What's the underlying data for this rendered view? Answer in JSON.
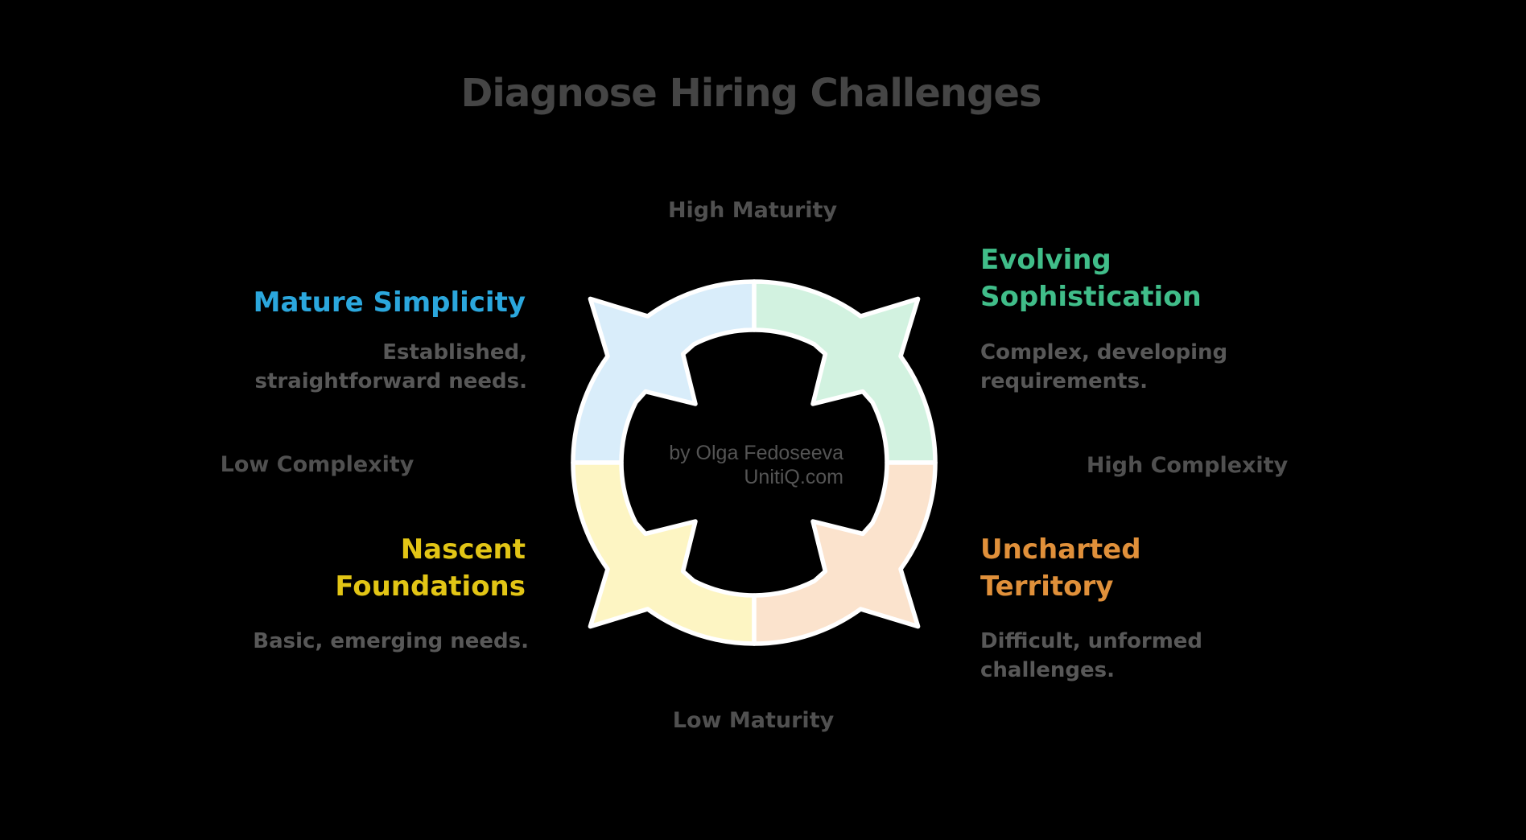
{
  "title": {
    "text": "Diagnose Hiring Challenges",
    "color": "#454545"
  },
  "axis_labels": {
    "top": "High Maturity",
    "bottom": "Low Maturity",
    "left": "Low Complexity",
    "right": "High Complexity",
    "color": "#505050"
  },
  "quadrants": [
    {
      "position": "top-left",
      "heading": "Mature Simplicity",
      "heading_color": "#2ba7dd",
      "band_color": "#d9edfa",
      "description": "Established,\nstraightforward needs."
    },
    {
      "position": "top-right",
      "heading": "Evolving\nSophistication",
      "heading_color": "#40bd89",
      "band_color": "#d2f2e0",
      "description": "Complex, developing\nrequirements."
    },
    {
      "position": "bottom-left",
      "heading": "Nascent\nFoundations",
      "heading_color": "#e2c515",
      "band_color": "#fdf5c3",
      "description": "Basic, emerging needs."
    },
    {
      "position": "bottom-right",
      "heading": "Uncharted\nTerritory",
      "heading_color": "#e0903a",
      "band_color": "#fbe3cd",
      "description": "Difficult, unformed\nchallenges."
    }
  ],
  "credit": {
    "line1": "by Olga Fedoseeva",
    "line2": "UnitiQ.com",
    "color": "#545454"
  },
  "description_color": "#585858",
  "background_color": "#000000",
  "outline_color": "#ffffff"
}
